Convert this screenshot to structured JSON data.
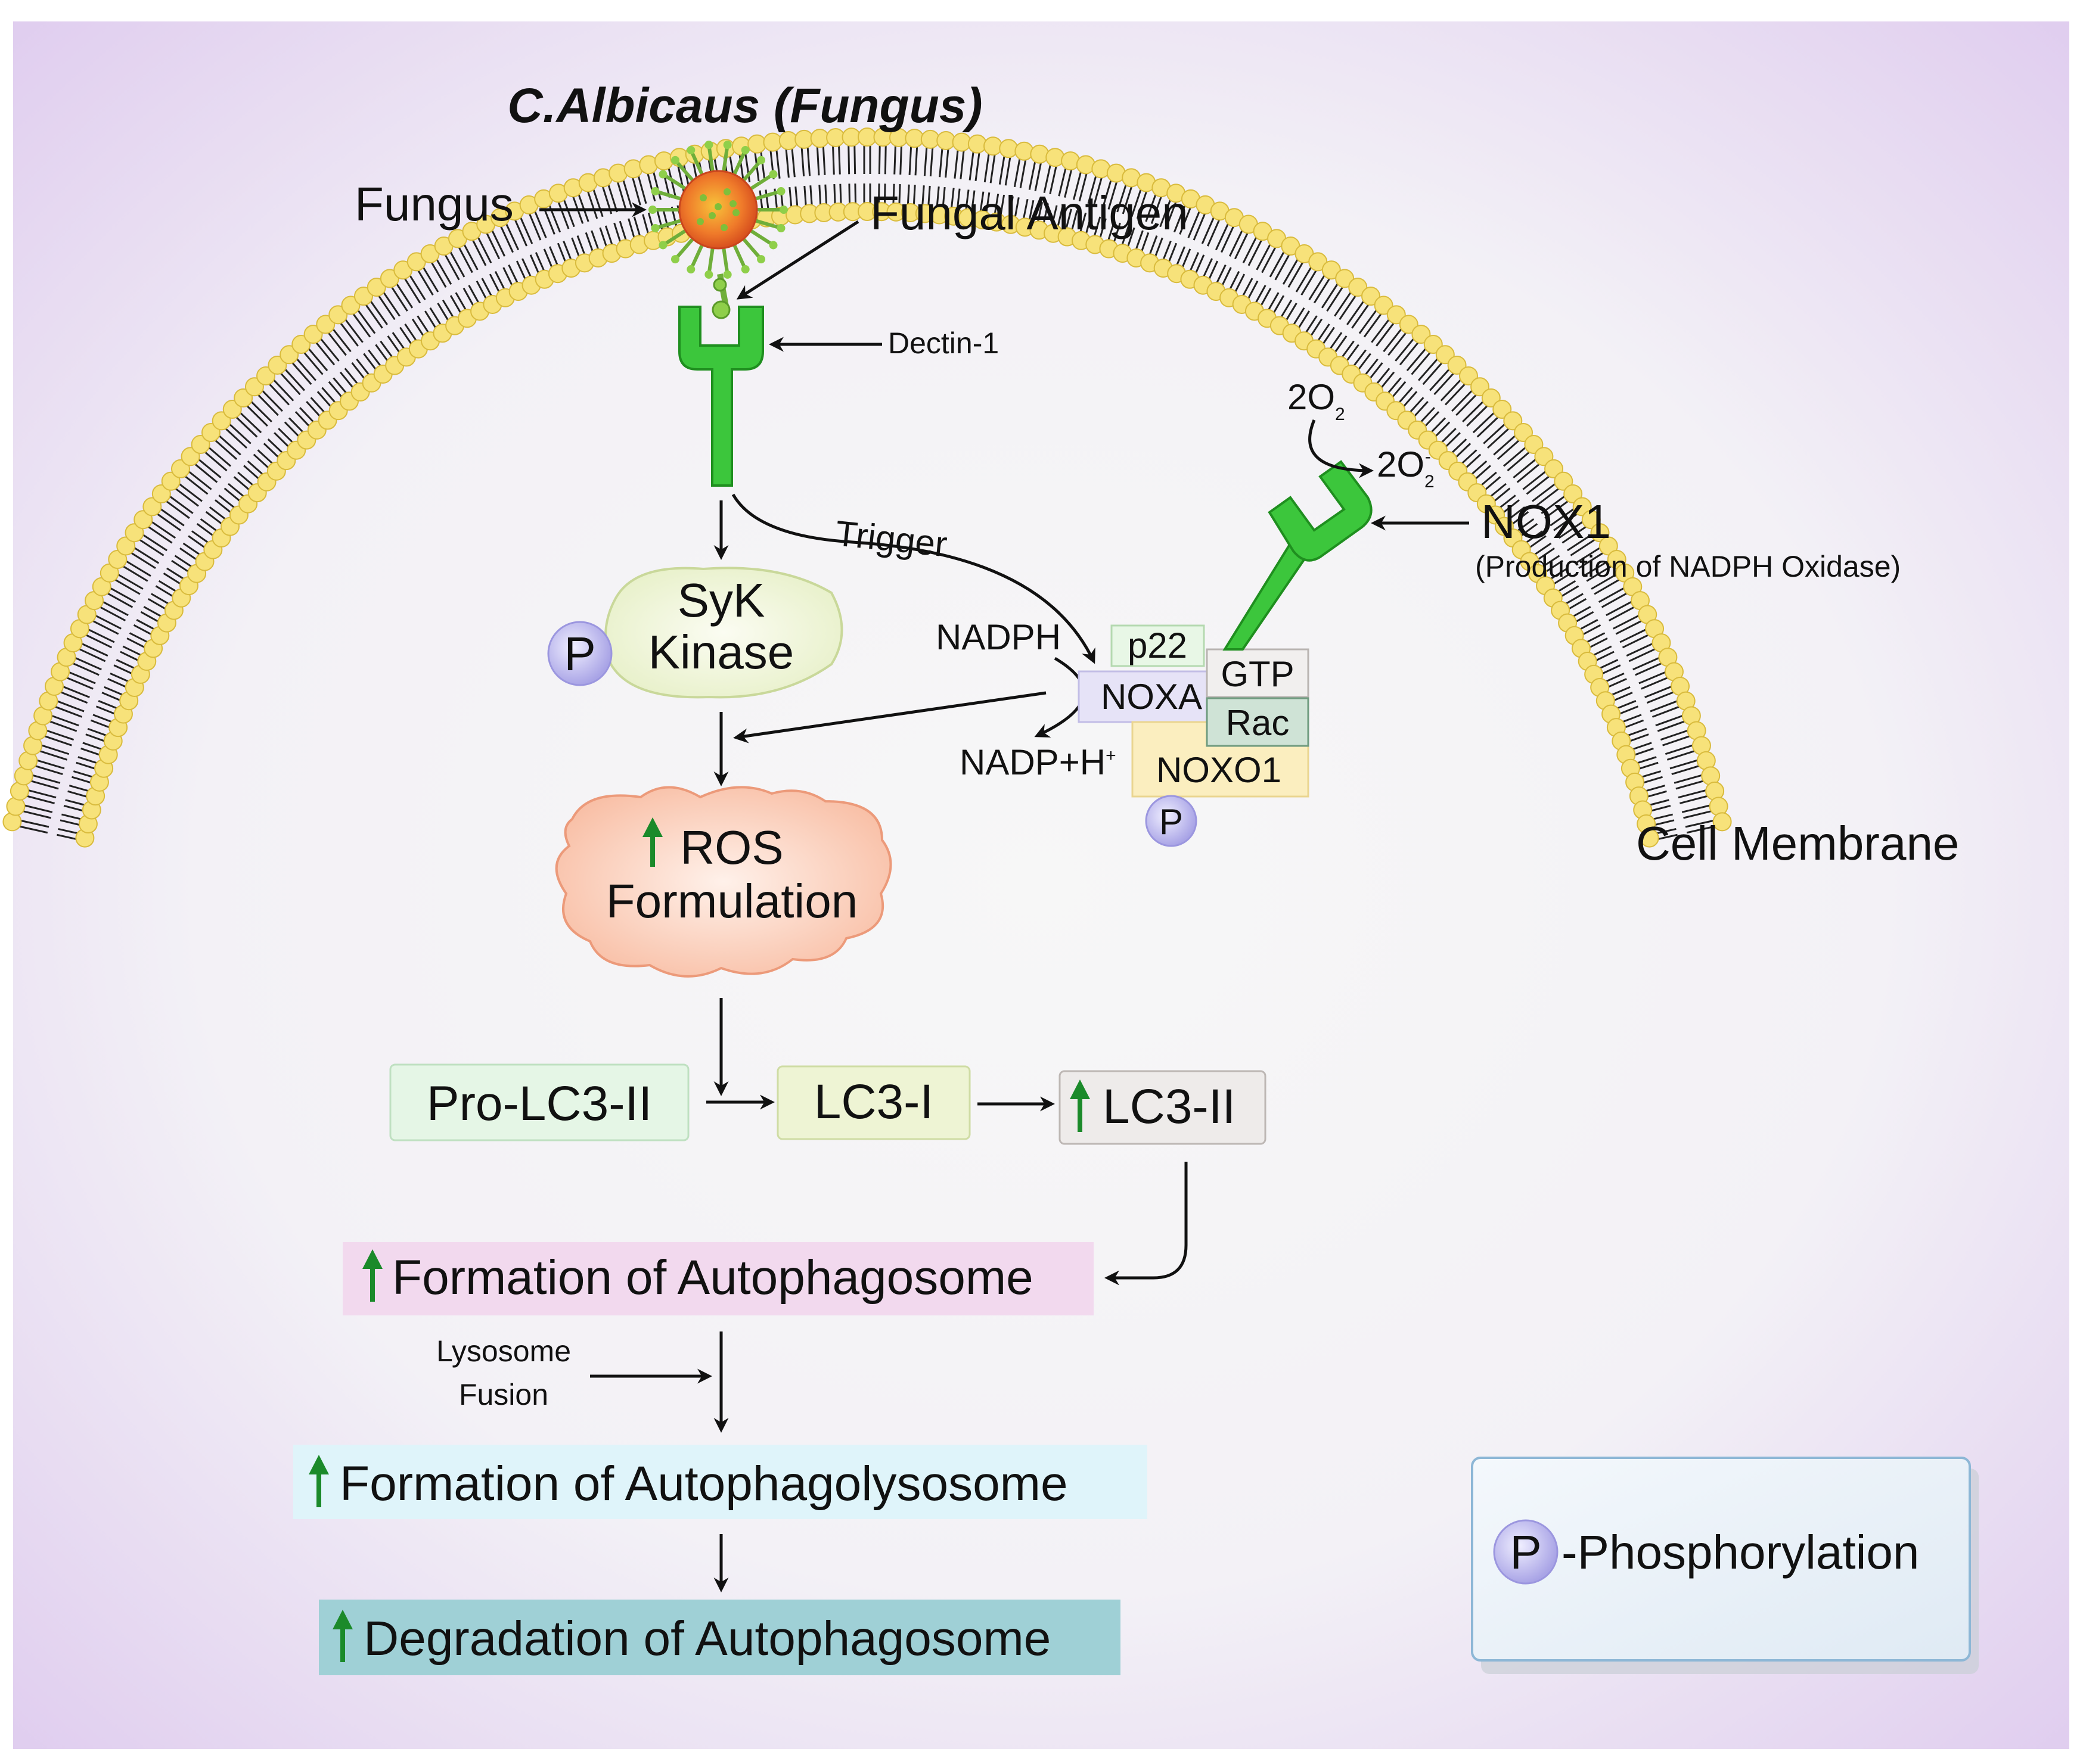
{
  "title": "C.Albicaus (Fungus)",
  "labels": {
    "fungus": "Fungus",
    "fungal_antigen": "Fungal Antigen",
    "dectin": "Dectin-1",
    "trigger": "Trigger",
    "nadph": "NADPH",
    "nadp": "NADP+H",
    "nadp_sup": "+",
    "o2_in": "2O",
    "o2_in_sub": "2",
    "o2_out": "2O",
    "o2_out_sub": "2",
    "o2_out_sup": "-",
    "nox1": "NOX1",
    "nox1_desc": "(Production of NADPH Oxidase)",
    "cell_membrane": "Cell Membrane",
    "lysosome_1": "Lysosome",
    "lysosome_2": "Fusion"
  },
  "complex": {
    "p22": "p22",
    "noxa": "NOXA",
    "gtp": "GTP",
    "rac": "Rac",
    "noxo1": "NOXO1",
    "p": "P"
  },
  "syk": {
    "line1": "SyK",
    "line2": "Kinase",
    "p": "P"
  },
  "ros": {
    "line1": "ROS",
    "line2": "Formulation"
  },
  "lc3": {
    "pro": "Pro-LC3-II",
    "lc3i": "LC3-I",
    "lc3ii": "LC3-II"
  },
  "outcomes": [
    {
      "text": "Formation of Autophagosome",
      "color": "#f2d9ee"
    },
    {
      "text": "Formation of Autophagolysosome",
      "color": "#dff4fa"
    },
    {
      "text": "Degradation of Autophagosome",
      "color": "#9fd0d6"
    }
  ],
  "legend": {
    "symbol": "P",
    "text": "-Phosphorylation"
  },
  "colors": {
    "receptor": "#3cc63c",
    "receptor_dark": "#1f8f1f",
    "up_arrow": "#1b8a2a",
    "membrane_head": "#f7e27a",
    "phospho": "#c9c6f2"
  }
}
